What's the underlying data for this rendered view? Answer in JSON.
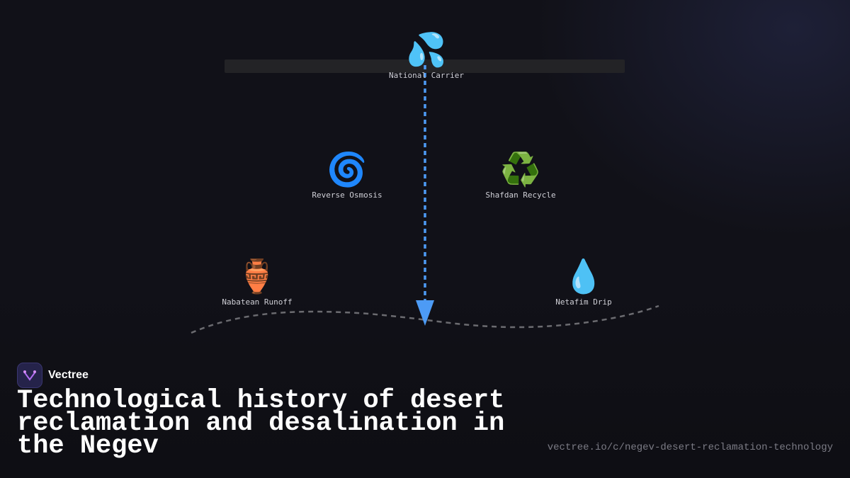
{
  "nodes": [
    {
      "id": "national-carrier",
      "icon": "💦",
      "icon_name": "water-tap-icon",
      "label": "National Carrier"
    },
    {
      "id": "reverse-osmosis",
      "icon": "🌀",
      "icon_name": "cyclone-icon",
      "label": "Reverse Osmosis"
    },
    {
      "id": "shafdan-recycle",
      "icon": "♻️",
      "icon_name": "recycle-icon",
      "label": "Shafdan Recycle"
    },
    {
      "id": "nabatean-runoff",
      "icon": "🏺",
      "icon_name": "amphora-icon",
      "label": "Nabatean Runoff"
    },
    {
      "id": "netafim-drip",
      "icon": "💧",
      "icon_name": "droplet-icon",
      "label": "Netafim Drip"
    }
  ],
  "brand": {
    "name": "Vectree",
    "icon_name": "vectree-logo-icon"
  },
  "title": "Technological history of desert reclamation and desalination in the Negev",
  "url": "vectree.io/c/negev-desert-reclamation-technology",
  "colors": {
    "arrow": "#4d9bf5",
    "curve": "#6b6b70",
    "background": "#111118"
  }
}
